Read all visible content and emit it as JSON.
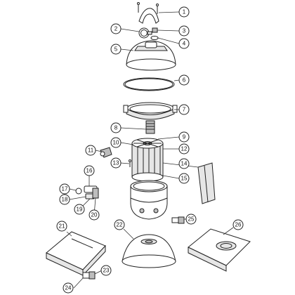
{
  "callouts": [
    {
      "label": "1"
    },
    {
      "label": "2"
    },
    {
      "label": "3"
    },
    {
      "label": "4"
    },
    {
      "label": "5"
    },
    {
      "label": "6"
    },
    {
      "label": "7"
    },
    {
      "label": "8"
    },
    {
      "label": "9"
    },
    {
      "label": "10"
    },
    {
      "label": "11"
    },
    {
      "label": "12"
    },
    {
      "label": "13"
    },
    {
      "label": "14"
    },
    {
      "label": "15"
    },
    {
      "label": "16"
    },
    {
      "label": "17"
    },
    {
      "label": "18"
    },
    {
      "label": "19"
    },
    {
      "label": "20"
    },
    {
      "label": "21"
    },
    {
      "label": "22"
    },
    {
      "label": "23"
    },
    {
      "label": "24"
    },
    {
      "label": "25"
    },
    {
      "label": "26"
    }
  ],
  "colors": {
    "line": "#222222",
    "fill": "#ffffff",
    "shade": "#bdbdbd"
  }
}
